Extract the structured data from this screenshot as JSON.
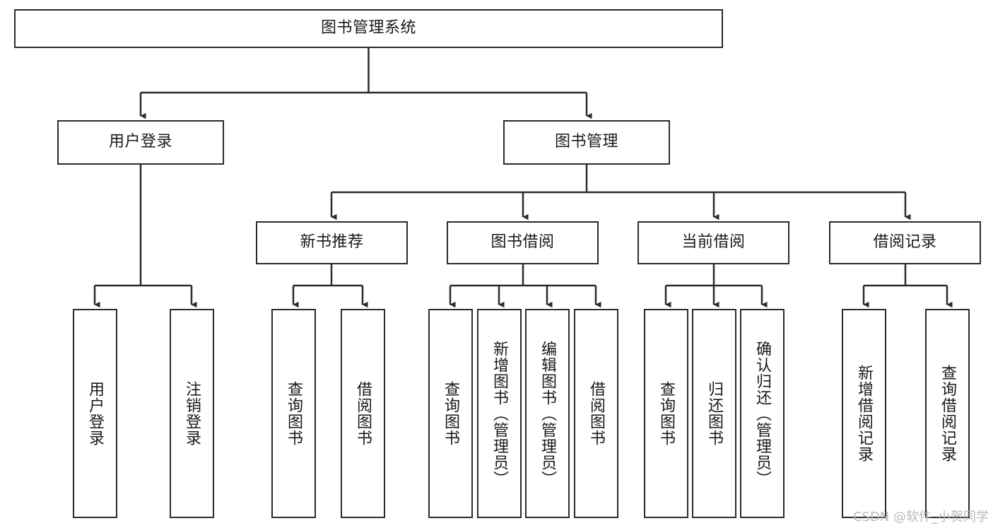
{
  "diagram": {
    "type": "tree-hierarchy",
    "title": "图书管理系统",
    "stroke_color": "#2b2b2b",
    "fill_color": "#ffffff",
    "watermark": "CSDN @软件_小贺同学",
    "nodes": {
      "root": {
        "label": "图书管理系统"
      },
      "level2": [
        {
          "id": "user-login",
          "label": "用户登录"
        },
        {
          "id": "book-management",
          "label": "图书管理"
        }
      ],
      "level3": [
        {
          "id": "new-book-recommend",
          "label": "新书推荐"
        },
        {
          "id": "book-borrow",
          "label": "图书借阅"
        },
        {
          "id": "current-borrow",
          "label": "当前借阅"
        },
        {
          "id": "borrow-record",
          "label": "借阅记录"
        }
      ],
      "leaves": {
        "user_login": [
          {
            "id": "leaf-user-login",
            "label": "用户登录"
          },
          {
            "id": "leaf-logout-login",
            "label": "注销登录"
          }
        ],
        "new_book_recommend": [
          {
            "id": "leaf-query-book-1",
            "label": "查询图书"
          },
          {
            "id": "leaf-borrow-book-1",
            "label": "借阅图书"
          }
        ],
        "book_borrow": [
          {
            "id": "leaf-query-book-2",
            "label": "查询图书"
          },
          {
            "id": "leaf-add-book",
            "label": "新增图书（管理员）"
          },
          {
            "id": "leaf-edit-book",
            "label": "编辑图书（管理员）"
          },
          {
            "id": "leaf-borrow-book-2",
            "label": "借阅图书"
          }
        ],
        "current_borrow": [
          {
            "id": "leaf-query-book-3",
            "label": "查询图书"
          },
          {
            "id": "leaf-return-book",
            "label": "归还图书"
          },
          {
            "id": "leaf-confirm-return",
            "label": "确认归还（管理员）"
          }
        ],
        "borrow_record": [
          {
            "id": "leaf-add-borrow-record",
            "label": "新增借阅记录"
          },
          {
            "id": "leaf-query-borrow-record",
            "label": "查询借阅记录"
          }
        ]
      }
    }
  }
}
